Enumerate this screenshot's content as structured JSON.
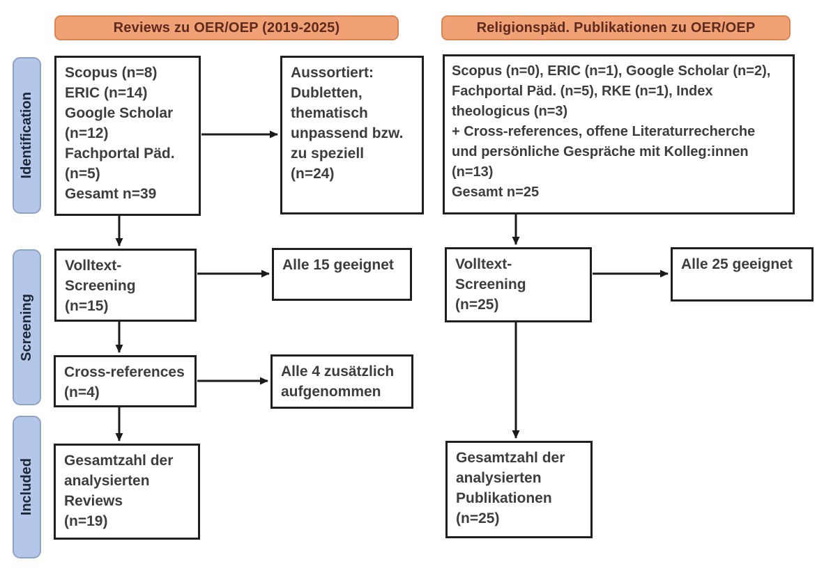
{
  "headers": {
    "left": "Reviews zu OER/OEP (2019-2025)",
    "right": "Religionspäd. Publikationen zu OER/OEP"
  },
  "stages": {
    "identification": "Identification",
    "screening": "Screening",
    "included": "Included"
  },
  "left": {
    "sources": "Scopus (n=8)\nERIC (n=14)\nGoogle Scholar\n(n=12)\nFachportal Päd.\n(n=5)\nGesamt n=39",
    "excluded": "Aussortiert:\nDubletten,\nthematisch\nunpassend bzw.\nzu speziell\n(n=24)",
    "screening": "Volltext-\nScreening\n(n=15)",
    "screening_result": "Alle 15 geeignet",
    "cross_references": "Cross-references\n(n=4)",
    "cross_references_result": "Alle 4 zusätzlich\naufgenommen",
    "total": "Gesamtzahl der\nanalysierten\nReviews\n(n=19)"
  },
  "right": {
    "sources": "Scopus (n=0), ERIC (n=1), Google Scholar (n=2),\nFachportal Päd. (n=5), RKE (n=1), Index\ntheologicus (n=3)\n+ Cross-references, offene Literaturrecherche\nund persönliche Gespräche mit Kolleg:innen\n(n=13)\nGesamt n=25",
    "screening": "Volltext-\nScreening\n(n=25)",
    "screening_result": "Alle 25 geeignet",
    "total": "Gesamtzahl der\nanalysierten\nPublikationen\n(n=25)"
  },
  "colors": {
    "header_fill": "#f0a176",
    "header_border": "#d98551",
    "header_text": "#5e2a1e",
    "stage_fill": "#b5c7e8",
    "stage_border": "#8ea3c4",
    "stage_text": "#1c2637",
    "box_border": "#1f1f1f",
    "box_text": "#3d3d3d",
    "arrow": "#1a1a1a",
    "background": "#ffffff"
  }
}
